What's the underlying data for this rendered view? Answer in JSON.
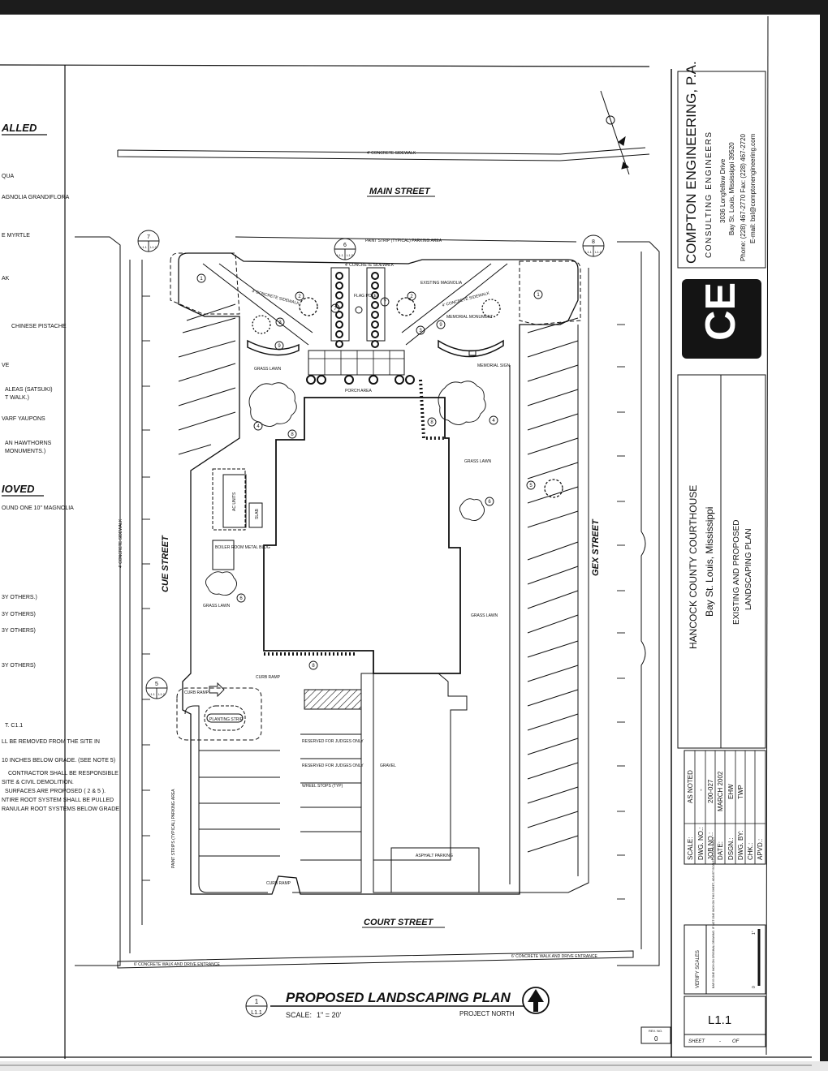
{
  "legend": {
    "installed_heading": "ALLED",
    "items": [
      "QUA",
      "AGNOLIA GRANDIFLORA",
      "E MYRTLE",
      "AK",
      "CHINESE PISTACHE",
      "VE",
      "ALEAS (SATSUKI)",
      "T WALK.)",
      "VARF YAUPONS",
      "AN HAWTHORNS",
      "MONUMENTS.)"
    ],
    "removed_heading": "IOVED",
    "removed_items": [
      "OUND ONE 10\" MAGNOLIA"
    ],
    "others": [
      "3Y OTHERS.)",
      "3Y OTHERS)",
      "3Y OTHERS)",
      "3Y OTHERS)"
    ],
    "notes": [
      "T. C1.1",
      "LL BE REMOVED FROM THE SITE IN",
      "10 INCHES BELOW GRADE. (SEE NOTE 5)",
      "CONTRACTOR SHALL BE RESPONSIBLE",
      "SITE & CIVIL DEMOLITION.",
      "SURFACES ARE PROPOSED ( 2 & 5 ).",
      "NTIRE ROOT SYSTEM SHALL BE PULLED",
      "RANULAR ROOT SYSTEMS BELOW GRADE"
    ]
  },
  "plan": {
    "streets": {
      "main": "MAIN STREET",
      "court": "COURT STREET",
      "cue": "CUE STREET",
      "gex": "GEX STREET"
    },
    "sidewalks": {
      "top": "4' CONCRETE SIDEWALK",
      "left": "4' CONCRETE SIDEWALK",
      "bottom_left": "6' CONCRETE WALK AND DRIVE ENTRANCE",
      "bottom_right": "6' CONCRETE WALK AND DRIVE ENTRANCE",
      "inner_top": "4' CONCRETE SIDEWALK",
      "inner_top2": "4' CONCRETE SIDEWALK",
      "inner_top3": "4' CONCRETE SIDEWALK"
    },
    "labels": {
      "paint_strip": "PAINT STRIP (TYPICAL) PARKING AREA",
      "existing_magnolia": "EXISTING MAGNOLIA",
      "flag_pole": "FLAG POLE",
      "memorial_monument": "MEMORIAL MONUMENT",
      "memorial_sign": "MEMORIAL SIGN",
      "porch_area": "PORCH AREA",
      "grass_lawn": "GRASS LAWN",
      "ac_units": "AC UNITS",
      "slab": "SLAB",
      "boiler_room": "BOILER ROOM METAL BLDG",
      "curb_ramp": "CURB RAMP",
      "planting_strip": "PLANTING STRIP",
      "reserved_judges": "RESERVED FOR JUDGES ONLY",
      "wheel_stops": "WHEEL STOPS (TYP)",
      "gravel": "GRAVEL",
      "asphalt_parking": "ASPHALT PARKING",
      "paint_strips_side": "PAINT STRIPS (TYPICAL) PARKING AREA"
    },
    "callouts": [
      "7",
      "6",
      "8",
      "5"
    ],
    "callout_sheet": "L1.1",
    "callout_sheet2": "L1.2",
    "keys": [
      "1",
      "2",
      "3",
      "4",
      "5",
      "6",
      "7",
      "8",
      "9"
    ]
  },
  "title_block": {
    "plan_title": "PROPOSED LANDSCAPING PLAN",
    "plan_num": "1",
    "plan_sheet": "L1.1",
    "scale_label": "SCALE:",
    "scale_value": "1\" = 20'",
    "project_north": "PROJECT NORTH"
  },
  "firm": {
    "name": "COMPTON ENGINEERING, P.A.",
    "tagline": "CONSULTING ENGINEERS",
    "address1": "3036 Longfellow Drive",
    "address2": "Bay St. Louis, Mississippi 39520",
    "phone": "Phone: (228) 467-2770  Fax: (228) 467-2720",
    "email": "E-mail: bsl@comptonengineering.com",
    "logo": "CE"
  },
  "project": {
    "name": "HANCOCK COUNTY COURTHOUSE",
    "location": "Bay St. Louis, Mississippi",
    "sheet_title1": "EXISTING AND PROPOSED",
    "sheet_title2": "LANDSCAPING PLAN"
  },
  "info": {
    "scale": {
      "label": "SCALE:",
      "value": "AS NOTED"
    },
    "dwg_no": {
      "label": "DWG. NO.:",
      "value": "-"
    },
    "job_no": {
      "label": "JOB NO.:",
      "value": "200-027"
    },
    "date": {
      "label": "DATE:",
      "value": "MARCH 2002"
    },
    "dsgn": {
      "label": "DSGN.:",
      "value": "EHW"
    },
    "dwg_by": {
      "label": "DWG. BY:",
      "value": "TWP"
    },
    "chk": {
      "label": "CHK.:",
      "value": ""
    },
    "apvd": {
      "label": "APVD.:",
      "value": ""
    }
  },
  "verify": {
    "title": "VERIFY SCALES",
    "note": "BAR IS ONE INCH ON ORIGINAL DRAWING. IF NOT ONE INCH ON THIS SHEET, ADJUST SCALES ACCORDINGLY.",
    "zero": "0",
    "one": "1\""
  },
  "sheet": {
    "number": "L1.1",
    "label": "SHEET",
    "of": "OF",
    "dash": "-",
    "rev_label": "REV. NO.",
    "rev": "0"
  }
}
